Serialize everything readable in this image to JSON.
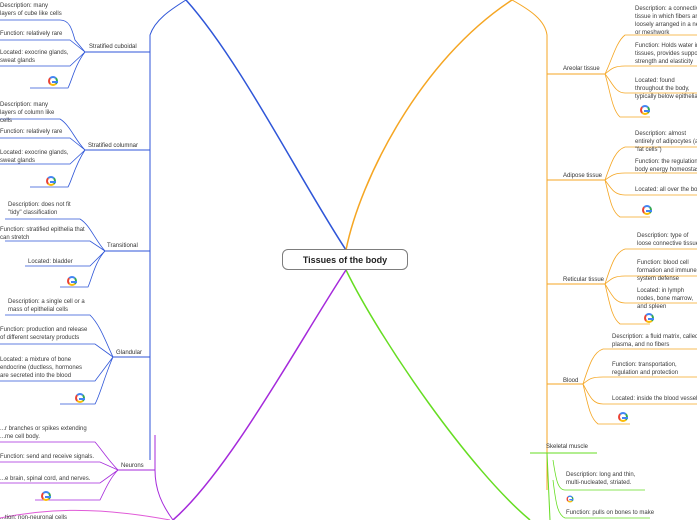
{
  "central": {
    "title": "Tissues of the body"
  },
  "left_branches": [
    {
      "label": "Stratified cuboidal",
      "leaves": [
        "Description: many layers of cube like cells",
        "Function: relatively rare",
        "Located: exocrine glands, sweat glands"
      ]
    },
    {
      "label": "Stratified columnar",
      "leaves": [
        "Description: many layers of column like cells",
        "Function: relatively rare",
        "Located: exocrine glands, sweat glands"
      ]
    },
    {
      "label": "Transitional",
      "leaves": [
        "Description: does not fit \"tidy\" classification",
        "Function: stratified epithelia that can stretch",
        "Located: bladder"
      ]
    },
    {
      "label": "Glandular",
      "leaves": [
        "Description: a single cell or a mass of epithelial cells",
        "Function: production and release of different secretary products",
        "Located: a mixture of bone endocrine (ductless, hormones are secreted into the blood"
      ]
    },
    {
      "label": "Neurons",
      "leaves": [
        "...r branches or spikes extending ...me cell body.",
        "Function: send and receive signals.",
        "...e brain, spinal cord, and nerves."
      ]
    }
  ],
  "left_fragments": {
    "bottom": "...tion: non-neuronal cells"
  },
  "right_branches": [
    {
      "label": "Areolar tissue",
      "leaves": [
        "Description: a connective tissue in which fibers are loosely arranged in a net or meshwork",
        "Function: Holds water in tissues, provides support, strength and elasticity",
        "Located: found throughout the body, typically below epithelia"
      ]
    },
    {
      "label": "Adipose tissue",
      "leaves": [
        "Description: almost entirely of adipocytes (aka \"fat cells\")",
        "Function: the regulation of body energy homeostasis",
        "Located: all over the body"
      ]
    },
    {
      "label": "Reticular tissue",
      "leaves": [
        "Description: type of loose connective tissue",
        "Function: blood cell formation and immune system defense",
        "Located: in lymph nodes, bone marrow, and spleen"
      ]
    },
    {
      "label": "Blood",
      "leaves": [
        "Description: a fluid matrix, called plasma, and no fibers",
        "Function: transportation, regulation and protection",
        "Located: inside the blood vessels"
      ]
    }
  ],
  "muscle": {
    "label": "Skeletal muscle",
    "leaves": [
      "Description: long and thin, multi-nucleated, striated.",
      "Function: pulls on bones to make"
    ]
  },
  "colors": {
    "left": "#2f56d8",
    "right": "#f5a623",
    "green": "#66dd22",
    "purple": "#a52adb",
    "pink": "#e05bd8"
  }
}
